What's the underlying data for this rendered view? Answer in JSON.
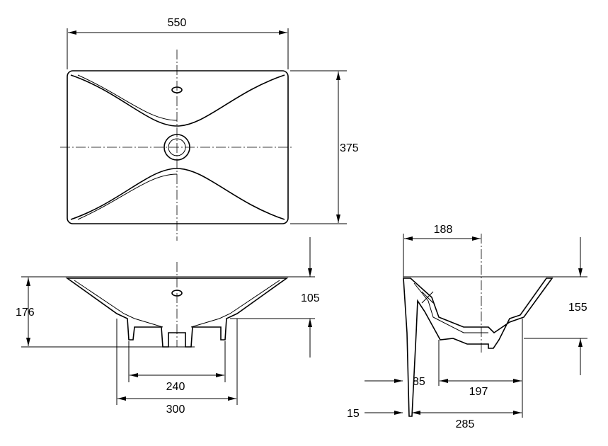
{
  "dimensions": {
    "top_width": "550",
    "top_depth": "375",
    "front_height": "176",
    "front_bowl_depth": "105",
    "front_inner_feet": "240",
    "front_outer_feet": "300",
    "side_top": "188",
    "side_height": "155",
    "side_offset": "85",
    "side_feet": "197",
    "side_wall": "15",
    "side_depth": "285"
  }
}
